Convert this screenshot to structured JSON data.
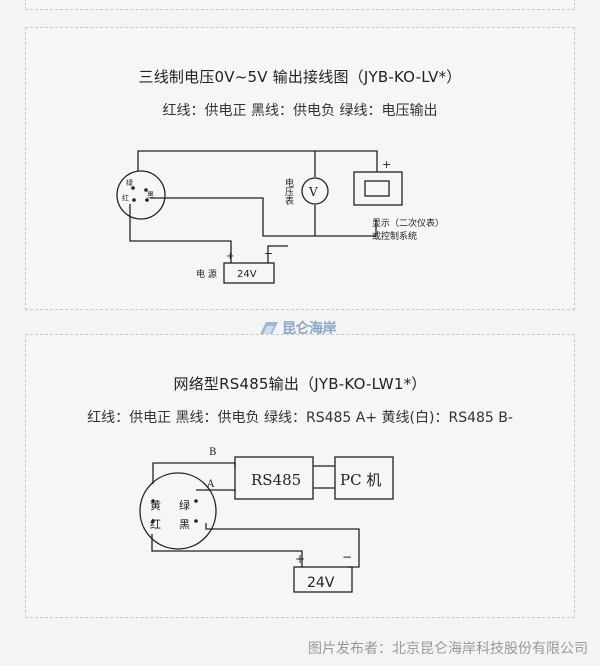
{
  "sections": [
    {
      "title": "三线制电压0V~5V 输出接线图（JYB-KO-LV*）",
      "legend": "红线：供电正  黑线：供电负  绿线：电压输出",
      "diagram": {
        "sensor_green": "绿",
        "sensor_black": "黑",
        "sensor_red": "红",
        "voltmeter_label": "电压表",
        "voltmeter_symbol": "V",
        "display_label_line1": "显示（二次仪表）",
        "display_label_line2": "或控制系统",
        "plus": "+",
        "minus": "−",
        "power_label": "电 源",
        "battery_label": "24V"
      }
    },
    {
      "title": "网络型RS485输出（JYB-KO-LW1*）",
      "legend": "红线：供电正  黑线：供电负  绿线：RS485 A+  黄线(白)：RS485 B-",
      "diagram": {
        "wire_b": "B",
        "wire_a": "A",
        "module_label": "RS485",
        "pc_label": "PC 机",
        "sensor_yellow": "黄",
        "sensor_green": "绿",
        "sensor_red": "红",
        "sensor_black": "黑",
        "plus": "+",
        "minus": "−",
        "battery_label": "24V"
      }
    }
  ],
  "logo": {
    "text": "昆仑海岸"
  },
  "footer": {
    "credit": "图片发布者：北京昆仑海岸科技股份有限公司"
  }
}
